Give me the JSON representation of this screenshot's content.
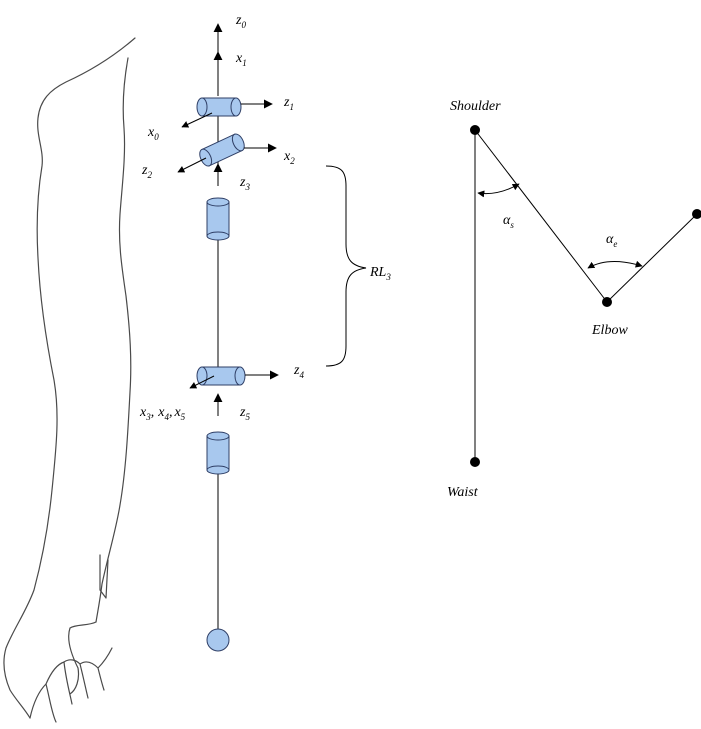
{
  "colors": {
    "joint_fill": "#a8c8ee",
    "joint_stroke": "#2f3f66",
    "line": "#000000",
    "arm_outline": "#4a4a4a"
  },
  "kinematic_chain": {
    "frames": {
      "z0": {
        "base": "z",
        "sub": "0"
      },
      "x1": {
        "base": "x",
        "sub": "1"
      },
      "z1": {
        "base": "z",
        "sub": "1"
      },
      "x0": {
        "base": "x",
        "sub": "0"
      },
      "x2": {
        "base": "x",
        "sub": "2"
      },
      "z2": {
        "base": "z",
        "sub": "2"
      },
      "z3": {
        "base": "z",
        "sub": "3"
      },
      "z4": {
        "base": "z",
        "sub": "4"
      },
      "z5": {
        "base": "z",
        "sub": "5"
      },
      "x3": {
        "base": "x",
        "sub": "3"
      },
      "x4": {
        "base": "x",
        "sub": "4"
      },
      "x5": {
        "base": "x",
        "sub": "5"
      },
      "sep1": ",",
      "sep2": ","
    },
    "bracket_label": {
      "base": "RL",
      "sub": "3"
    }
  },
  "arm_angles": {
    "shoulder": "Shoulder",
    "elbow": "Elbow",
    "waist": "Waist",
    "alpha_s": {
      "base": "α",
      "sub": "s"
    },
    "alpha_e": {
      "base": "α",
      "sub": "e"
    }
  }
}
